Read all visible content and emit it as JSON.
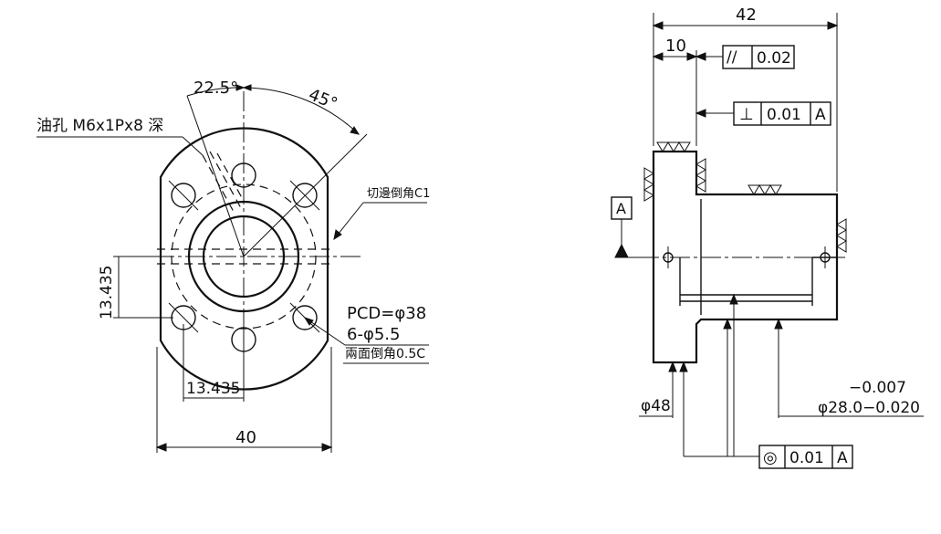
{
  "front_view": {
    "angle_1": "22.5°",
    "angle_2": "45°",
    "oil_hole_note": "油孔 M6x1Px8 深",
    "edge_chamfer_note": "切邊倒角C1",
    "vertical_offset": "13.435",
    "horizontal_offset": "13.435",
    "width": "40",
    "pcd": "PCD=φ38",
    "holes": "6-φ5.5",
    "both_chamfer_note": "兩面倒角0.5C"
  },
  "side_view": {
    "total_length": "42",
    "flange_thickness": "10",
    "parallelism_symbol": "//",
    "parallelism_value": "0.02",
    "perpendicularity_symbol": "⊥",
    "perpendicularity_value": "0.01",
    "perpendicularity_datum": "A",
    "datum_label": "A",
    "outer_diameter": "φ48",
    "tol_upper": "−0.007",
    "shaft_diameter": "φ28.0−0.020",
    "concentricity_symbol": "◎",
    "concentricity_value": "0.01",
    "concentricity_datum": "A"
  }
}
